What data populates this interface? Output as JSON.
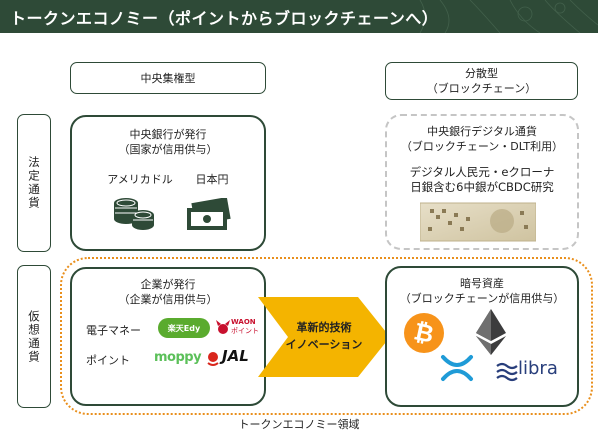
{
  "header": {
    "title": "トークンエコノミー（ポイントからブロックチェーンへ）"
  },
  "columns": {
    "centralized": "中央集権型",
    "distributed_line1": "分散型",
    "distributed_line2": "（ブロックチェーン）"
  },
  "rows": {
    "legal_tender": "法定通貨",
    "virtual_currency": "仮想通貨"
  },
  "legal_centralized": {
    "line1": "中央銀行が発行",
    "line2": "（国家が信用供与）",
    "currency1": "アメリカドル",
    "currency2": "日本円"
  },
  "legal_distributed": {
    "line1": "中央銀行デジタル通貨",
    "line2": "（ブロックチェーン・DLT利用）",
    "line3": "デジタル人民元・eクローナ",
    "line4": "日銀含む6中銀がCBDC研究"
  },
  "virtual_centralized": {
    "line1": "企業が発行",
    "line2": "（企業が信用供与）",
    "emoney_label": "電子マネー",
    "points_label": "ポイント",
    "logo_rakuten": "楽天Edy",
    "logo_waon_line1": "WAON",
    "logo_waon_line2": "ポイント",
    "logo_moppy": "moppy",
    "logo_jal": "JAL"
  },
  "arrow": {
    "line1": "革新的技術",
    "line2": "イノベーション"
  },
  "crypto": {
    "line1": "暗号資産",
    "line2": "（ブロックチェーンが信用供与）",
    "bitcoin_symbol": "₿",
    "libra": "libra"
  },
  "footer": {
    "region_label": "トークンエコノミー領域"
  },
  "colors": {
    "dark_green": "#2e4a37",
    "orange": "#e98f1c",
    "arrow_yellow": "#f4b400",
    "bitcoin": "#f7931a",
    "ripple": "#1f9bd7",
    "libra": "#283e7b"
  }
}
